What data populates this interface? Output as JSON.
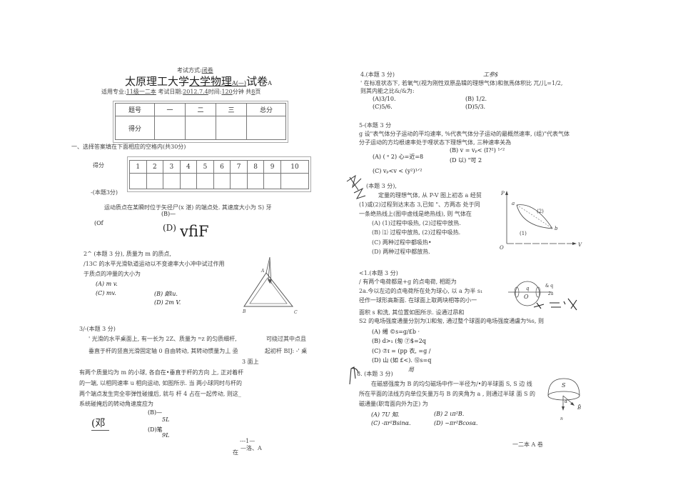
{
  "header": {
    "exam_mode_label": "考试方式:",
    "exam_mode_value": "闭卷",
    "title_main": "太原理工大学",
    "title_course": "大学物理",
    "title_course_suffix": "A(—)",
    "title_tail": "试卷",
    "title_version": "A",
    "meta_major_label": "适用专业:",
    "meta_major_value": "11级一二本",
    "meta_date_label": "考试日期:",
    "meta_date_value": "2012.7.4",
    "meta_time_label": "时间:",
    "meta_time_value": "120",
    "meta_time_unit": "分钟",
    "meta_pages_label": "共",
    "meta_pages_value": "8",
    "meta_pages_unit": "页"
  },
  "score_table": {
    "headers": [
      "题号",
      "一",
      "二",
      "三",
      "总分"
    ],
    "row_label": "得分"
  },
  "section1": {
    "title": "一、选择答案填在下面相应的空格内(共30分)",
    "grid_label": "得分",
    "numbers": [
      "1",
      "2",
      "3",
      "4",
      "5",
      "6",
      "7",
      "8",
      "9",
      "10"
    ]
  },
  "q1": {
    "head": "-(本题3分)",
    "text": "运动质点在某瞬时位于矢径尸(x 湛) 的端点处. 其速度大小为  S) 牙",
    "opt_b": "(B)—",
    "opt_c": "(Of",
    "opt_d_label": "(D)",
    "opt_d_value": "vfiF"
  },
  "q2": {
    "head": "2^ (本题 3 分),  质量为 m 的质点,",
    "line2": "/13C 的水平光滑轨道运动以不变速率大小冲中试过作用",
    "line3": "于质点的冲量的大小为",
    "opt_a": "(A) m v.",
    "opt_c": "(C) mv.",
    "opt_b": "(B) 郞iu.",
    "opt_d": "(D) 2m V.",
    "fig_labels": [
      "A",
      "B",
      "C"
    ]
  },
  "q3": {
    "head": "3/-(本题 3 分)",
    "line1": "' 光滑的水平桌面上, 有一长为 2Z、质量为 ᵐz 的匀质细杆,",
    "line1_right": "可绕过其中点且",
    "line2": "垂直于杆的竖直光滑固定轴 0 自由转动, 其转动惯量为丄 亟",
    "line2_right": "起初杆 BIJ: -' 桌",
    "line3_right": "3 面上",
    "line4": "有两个质量均为 m 的小球, 各自在•垂直于杆的方向  上, 正对着杆",
    "line5": "的一端, 以相同速率 u 相向运动, 如图所示. 当  两小球同时与杆的",
    "line6": "两个端点发生完全非弹性碰撞后, 就与  杆 4 占在一起传动, 则这_",
    "line7": "系统碰掩后的转动角速度应为",
    "opt_a": "(邓",
    "opt_b": "(B)—",
    "opt_b_sub": "5L",
    "opt_d": "(D)笔",
    "opt_d_sub": "9L"
  },
  "footer_left": {
    "top": "---1—",
    "mid": "—洛、A",
    "tail": "在"
  },
  "q4": {
    "head": "4.(本题 3 分)",
    "note": "工参$",
    "line1": "' 在标准状态下, 若氧气(视为刚性双原品辑的理想气体)和氛馬体积比  兀/儿=1/2,",
    "line2": "则其内能之比&/&为:",
    "opt_a": "(A)3/10.",
    "opt_b": "(B) 1/2.",
    "opt_c": "(C)5/6.",
    "opt_d": "(D)5/3."
  },
  "q5": {
    "head": "5-(本题 3 分",
    "line1": "g 设\"表气体分子运动的平均速率, %代表气体分子运动的最概然速率, (组)\"代表气体",
    "line2": "分子运动的方均根速率处于哩状态下理想气体, 三种速率关為",
    "opt_b": "(B) v = vₚ< (I?²) ¹ᐟ²",
    "opt_a": "(A) ( ᵉ 2) 心=近=8",
    "opt_d": "(D 以) \"可 2",
    "opt_c": "(C) vₚ<v < (y²)¹ᐟ²"
  },
  "q6": {
    "head": "(本题 3 分),",
    "line1": "定量的理想气体, 从 P-V 图上初态 a 经贸",
    "line2": "(1)或(2)过程到达末态 3,已知 \"、方两态  处于同",
    "line3": "一条绝热线上(图中虚线是绝热线), 则  气体在",
    "opt_a": "(A) (1)过程中吸热, (2)过程中放热.",
    "opt_b": "(B) ⑴ 过程中放热, (2)过程中吸热.",
    "opt_c": "(C)  两种过程中都吸热•",
    "opt_d": "(D)  两种过程中都放热.",
    "fig": {
      "y_axis": "P",
      "x_axis": "V",
      "origin": "O",
      "point_a": "a",
      "point_b": "b",
      "curve1": "(1)",
      "curve2": "(2)"
    }
  },
  "q7": {
    "head": "<1.(本题 3 分)",
    "line1": "/     有两个电荷都是+g 的点电荷, 相距为",
    "line2": "2a.今以左边的点电荷所在处为球心, 以 a 为半 s₁",
    "line3": "径作一球形高斯面. 在球面上取两块相等的小一",
    "line4": "面积 s 和洗, 其位置如图所示. 设通过昂和",
    "line5": "S2 的电场强度通量分别为⑴和匆, 通过整个球面的电场强度通盧为%s, 则",
    "opt_a": "(A)        缃    ©s=g/£b ·",
    "opt_b": "(B) d>₁  (匆 ⑦$=2q",
    "opt_c": "(C) ⑦ɪ = (pp  衣, =g /",
    "opt_d": "(D) 山 (如   £<). ⑫s=q",
    "note": "局",
    "fig": {
      "center": "O",
      "charge": "q",
      "charge_right": "& q",
      "distance": "2a"
    }
  },
  "q8": {
    "head": "8. (本题 3 分)",
    "line1": "在磁感强度为 B 的均匀磁场中作一半径为/•的半球面 S, S 边  线",
    "line2": "所在平面的法线方向单位矢量万与 B 的夹角为 a , 则通过半球  面 S 的",
    "line3": "磁通量(职弯面向外为正) 为",
    "opt_a": "(A) 7U 知.",
    "opt_b": "(B) 2 ιπ²B.",
    "opt_c": "(C) -πr²Bsinα.",
    "opt_d": "(D) ~πr²Bcosα.",
    "fig": {
      "surface": "S",
      "normal": "n",
      "field": "B̄",
      "angle": "α"
    }
  },
  "footer_right": "一二本 A 卷"
}
